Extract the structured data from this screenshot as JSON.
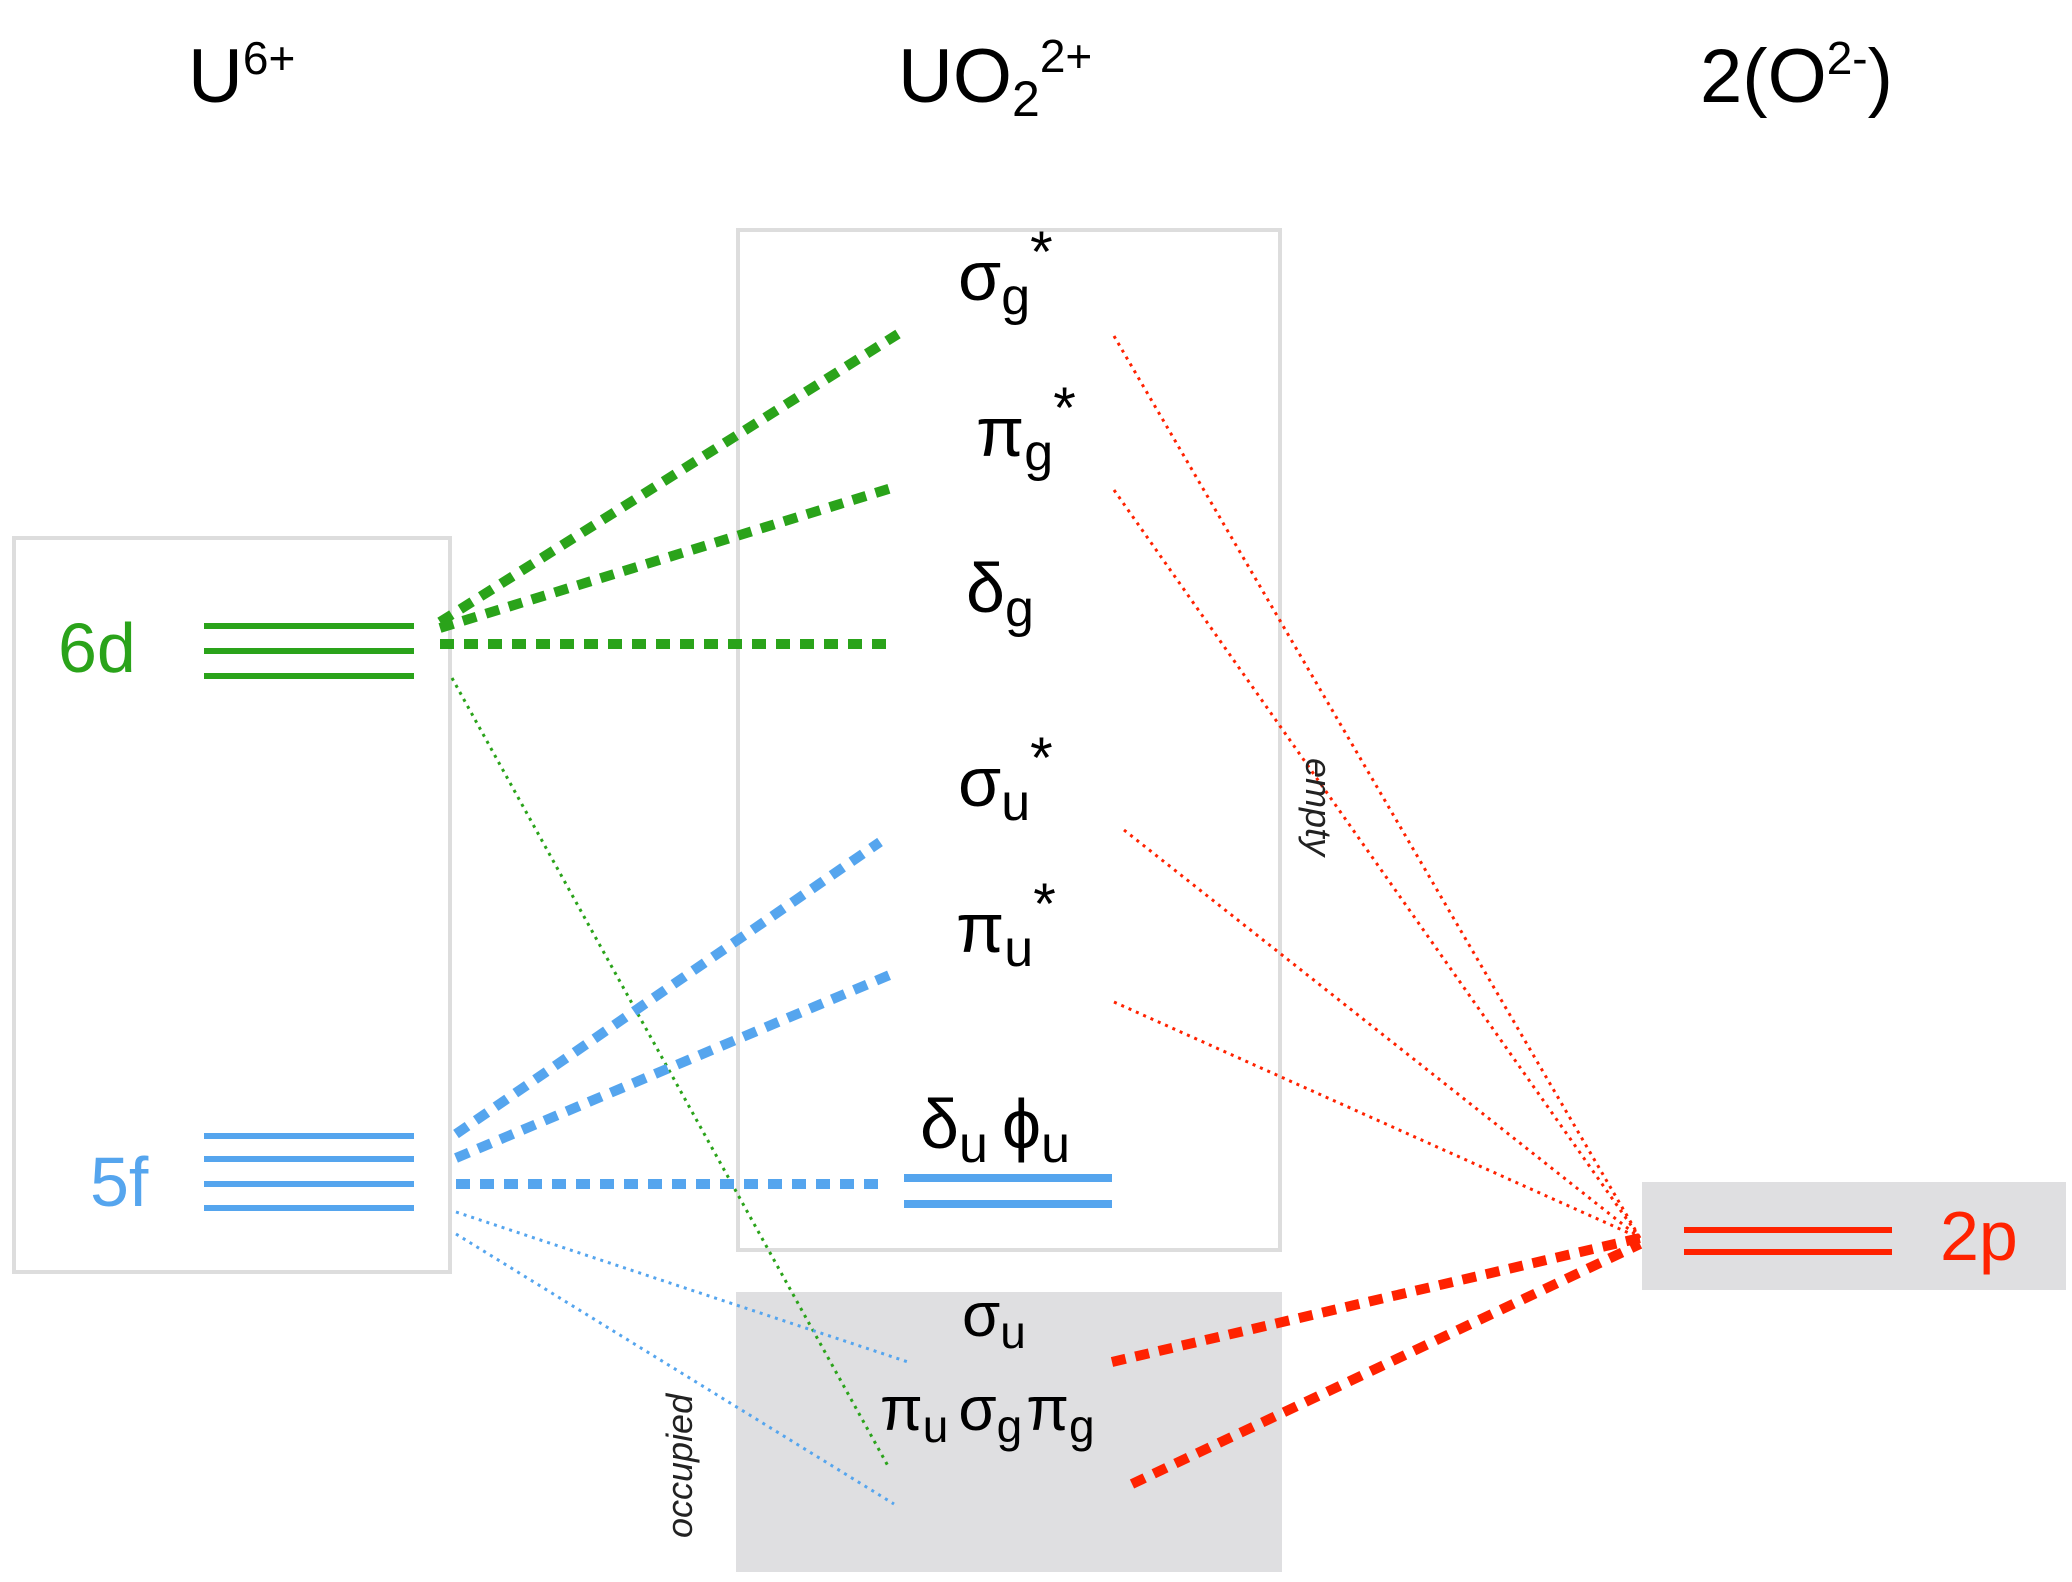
{
  "headers": {
    "left": {
      "main": "U",
      "sup": "6+"
    },
    "center": {
      "main": "UO",
      "sub": "2",
      "sup": "2+"
    },
    "right": {
      "main": "2(O",
      "sup": "2-",
      "tail": ")"
    }
  },
  "levels": {
    "d6": "6d",
    "f5": "5f",
    "p2": "2p"
  },
  "orbitals": {
    "sigma_g_star": {
      "sym": "σ",
      "sub": "g",
      "sup": "*"
    },
    "pi_g_star": {
      "sym": "π",
      "sub": "g",
      "sup": "*"
    },
    "delta_g": {
      "sym": "δ",
      "sub": "g"
    },
    "sigma_u_star": {
      "sym": "σ",
      "sub": "u",
      "sup": "*"
    },
    "pi_u_star": {
      "sym": "π",
      "sub": "u",
      "sup": "*"
    },
    "delta_u": {
      "sym": "δ",
      "sub": "u"
    },
    "phi_u": {
      "sym": "ϕ",
      "sub": "u"
    },
    "sigma_u": {
      "sym": "σ",
      "sub": "u"
    },
    "pi_u": {
      "sym": "π",
      "sub": "u"
    },
    "sigma_g": {
      "sym": "σ",
      "sub": "g"
    },
    "pi_g": {
      "sym": "π",
      "sub": "g"
    }
  },
  "annotations": {
    "empty": "empty",
    "occupied": "occupied"
  },
  "colors": {
    "d_orbital": "#2aa31a",
    "f_orbital": "#55a5ee",
    "p_orbital": "#ff2200",
    "box_border": "#dddddd",
    "shade": "#dfdfe1"
  }
}
